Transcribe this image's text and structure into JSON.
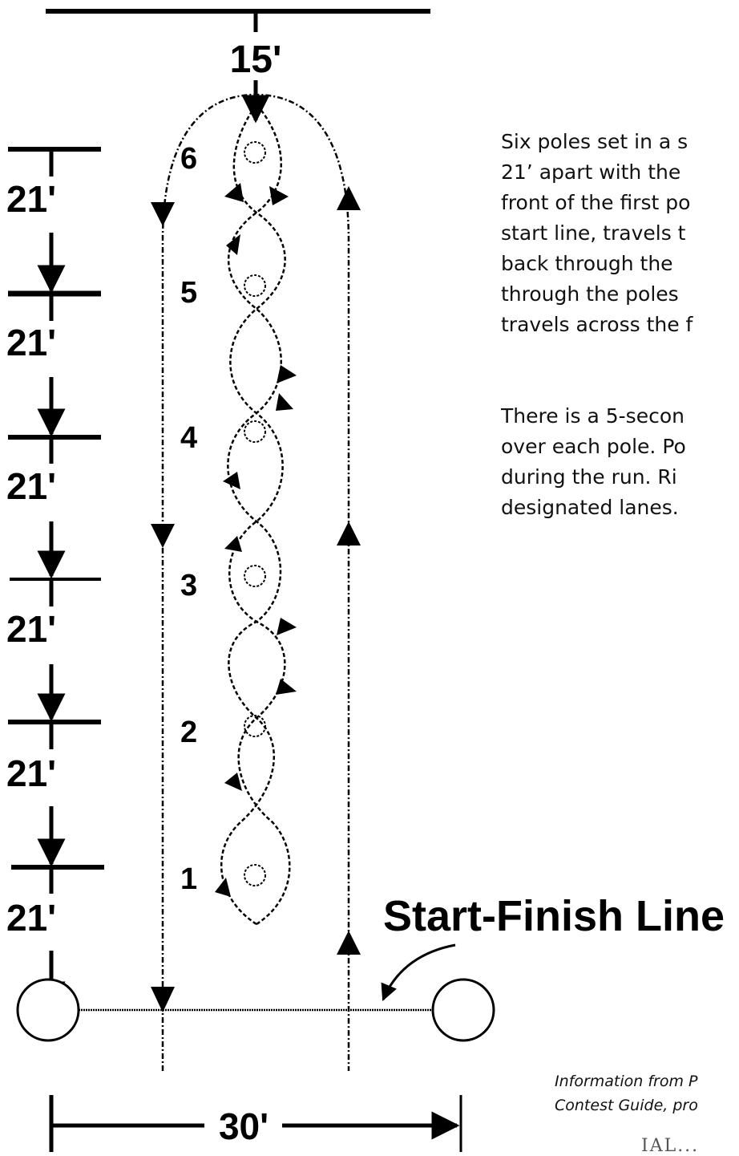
{
  "diagram": {
    "top_dimension": "15'",
    "spacing_labels": [
      "21'",
      "21'",
      "21'",
      "21'",
      "21'",
      "21'"
    ],
    "pole_numbers": [
      "6",
      "5",
      "4",
      "3",
      "2",
      "1"
    ],
    "width_dimension": "30'",
    "start_finish_label": "Start-Finish Line"
  },
  "description": {
    "paragraph1": [
      "Six poles set in a s",
      "21’ apart with the",
      "front of the first po",
      "start line, travels t",
      "back through the",
      "through the poles",
      "travels across the f"
    ],
    "paragraph2": [
      "There is a 5-secon",
      "over each pole. Po",
      "during the run. Ri",
      "designated lanes."
    ]
  },
  "credit": {
    "lines": [
      "Information from P",
      "Contest Guide, pro"
    ]
  },
  "logo_fragment": "IAL..."
}
